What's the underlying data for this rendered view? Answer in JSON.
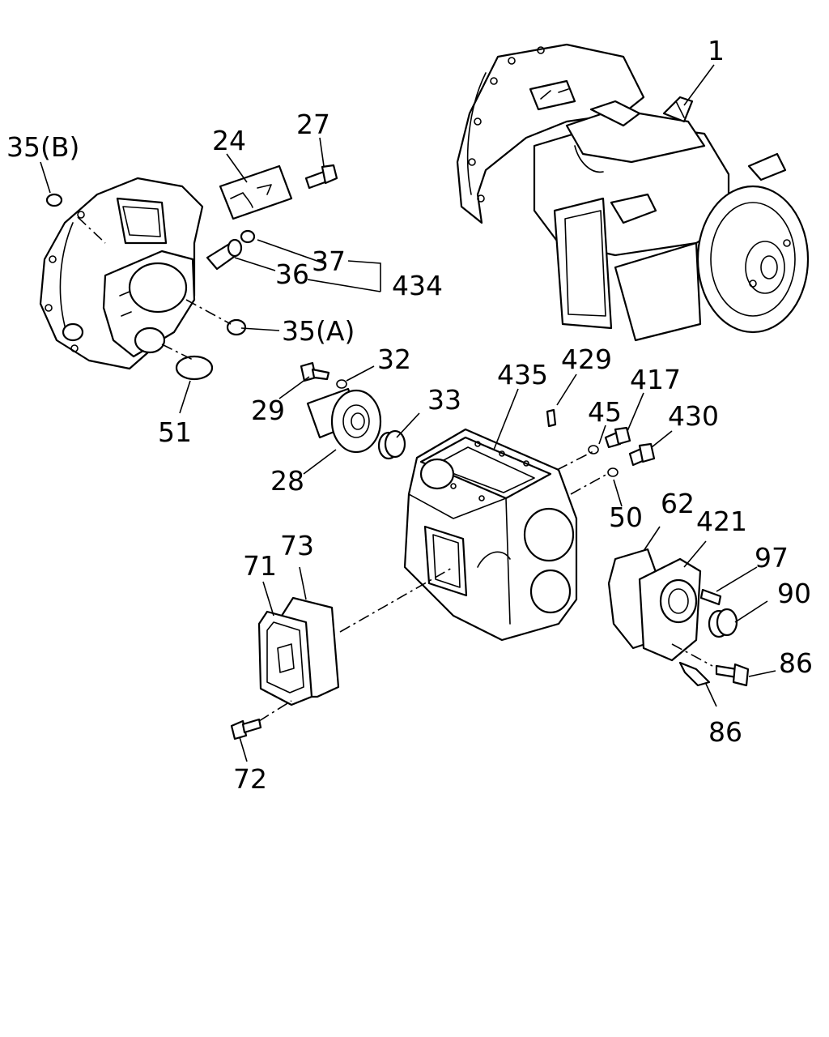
{
  "callouts": {
    "c1": "1",
    "c24": "24",
    "c27": "27",
    "c35b": "35(B)",
    "c37": "37",
    "c36": "36",
    "c434": "434",
    "c35a": "35(A)",
    "c51": "51",
    "c32": "32",
    "c29": "29",
    "c33": "33",
    "c28": "28",
    "c435": "435",
    "c429": "429",
    "c45": "45",
    "c417": "417",
    "c430": "430",
    "c50": "50",
    "c62": "62",
    "c421": "421",
    "c97": "97",
    "c90": "90",
    "c86a": "86",
    "c86b": "86",
    "c73": "73",
    "c71": "71",
    "c72": "72"
  }
}
